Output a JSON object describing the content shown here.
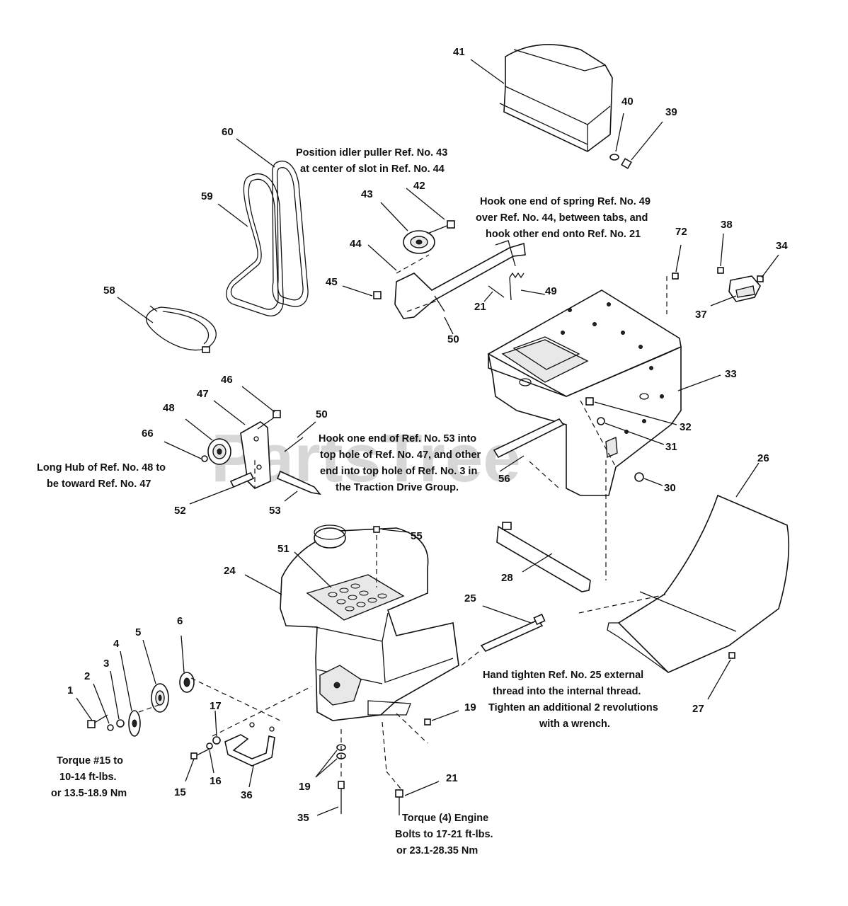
{
  "watermark": "PartsTree",
  "watermark_mark": "TM",
  "labels": {
    "n1": "1",
    "n2": "2",
    "n3": "3",
    "n4": "4",
    "n5": "5",
    "n6": "6",
    "n15": "15",
    "n16": "16",
    "n17": "17",
    "n19a": "19",
    "n19b": "19",
    "n21a": "21",
    "n21b": "21",
    "n24": "24",
    "n25": "25",
    "n26": "26",
    "n27": "27",
    "n28": "28",
    "n30": "30",
    "n31": "31",
    "n32": "32",
    "n33": "33",
    "n34": "34",
    "n35": "35",
    "n36": "36",
    "n37": "37",
    "n38": "38",
    "n39": "39",
    "n40": "40",
    "n41": "41",
    "n42": "42",
    "n43": "43",
    "n44": "44",
    "n45": "45",
    "n46": "46",
    "n47": "47",
    "n48": "48",
    "n49": "49",
    "n50a": "50",
    "n50b": "50",
    "n51": "51",
    "n52": "52",
    "n53": "53",
    "n55": "55",
    "n56": "56",
    "n58": "58",
    "n59": "59",
    "n60": "60",
    "n66": "66",
    "n72": "72"
  },
  "notes": {
    "idler": [
      "Position idler puller Ref. No. 43",
      "at center of slot in Ref. No. 44"
    ],
    "spring": [
      "Hook one end of spring Ref. No. 49",
      "over Ref. No. 44, between tabs, and",
      "hook other end onto Ref. No. 21"
    ],
    "hook53": [
      "Hook one end of Ref. No. 53 into",
      "top hole of Ref. No. 47, and other",
      "end into top hole of Ref. No. 3 in",
      "the Traction Drive Group."
    ],
    "longhub": [
      "Long Hub of Ref. No. 48 to",
      "be toward Ref. No. 47"
    ],
    "hand": [
      "Hand tighten Ref. No. 25 external",
      "thread into the internal thread.",
      "Tighten an additional 2 revolutions",
      "with a wrench."
    ],
    "torque15": [
      "Torque #15 to",
      "10-14 ft-lbs.",
      "or 13.5-18.9 Nm"
    ],
    "torque4": [
      "Torque (4) Engine",
      "Bolts to 17-21 ft-lbs.",
      "or 23.1-28.35 Nm"
    ]
  }
}
